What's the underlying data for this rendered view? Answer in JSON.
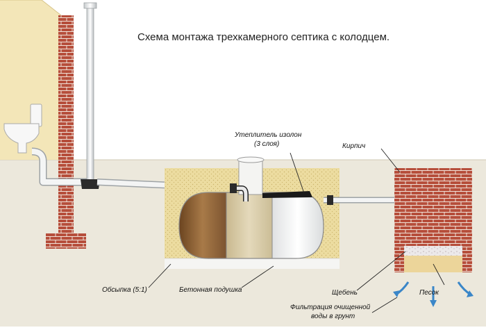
{
  "title": "Схема монтажа трехкамерного септика с колодцем.",
  "labels": {
    "insulation_line1": "Утеплитель изолон",
    "insulation_line2": "(3 слоя)",
    "brick": "Кирпич",
    "backfill": "Обсыпка (5:1)",
    "concrete_pad": "Бетонная подушка",
    "gravel": "Щебень",
    "sand": "Песок",
    "filtration_line1": "Фильтрация очищенной",
    "filtration_line2": "воды в грунт"
  },
  "colors": {
    "wall": "#f3e6b8",
    "ground": "#ece8dc",
    "brick": "#b64e3b",
    "backfill": "#ecdca0",
    "pipe": "#eef0f0",
    "chamber1": "#94653a",
    "chamber2": "#d9cba8",
    "chamber3": "#f1f2f2",
    "arrow": "#3a86c8"
  }
}
